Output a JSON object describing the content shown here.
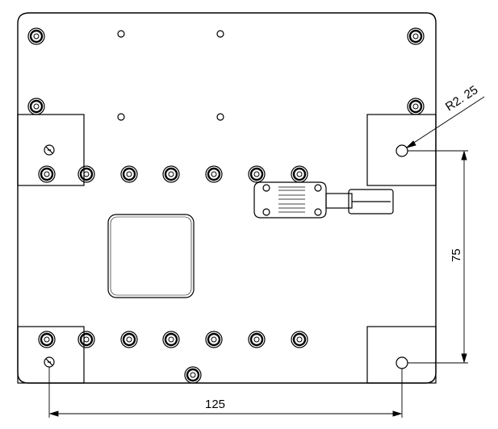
{
  "drawing": {
    "dimensions": {
      "horizontal": "125",
      "vertical": "75",
      "radius": "R2. 25"
    },
    "parts": {
      "base_plate": "base-plate",
      "screws": "screw-holes",
      "connector_module": "connector-module"
    }
  }
}
